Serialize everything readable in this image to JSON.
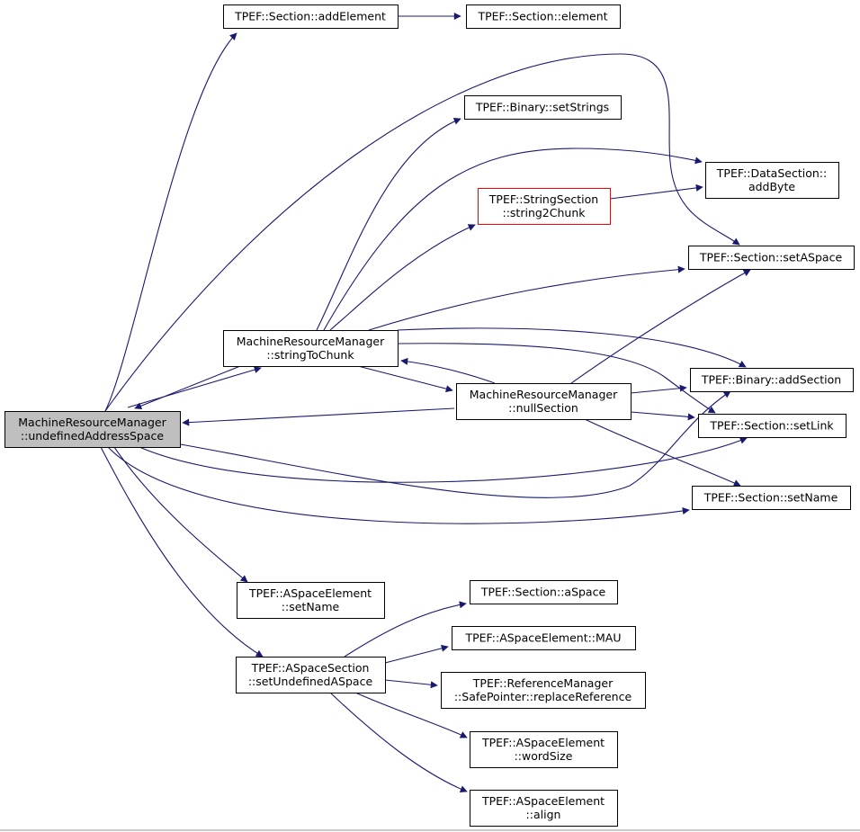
{
  "colors": {
    "edge": "#191970",
    "node_border": "#000000",
    "highlight_border": "#ff0000",
    "focus_fill": "#bfbfbf",
    "node_fill": "#ffffff"
  },
  "nodes": [
    {
      "id": "undefined-address-space",
      "lines": [
        "MachineResourceManager",
        "::undefinedAddressSpace"
      ],
      "style": "focus"
    },
    {
      "id": "section-add-element",
      "lines": [
        "TPEF::Section::addElement"
      ],
      "style": "normal"
    },
    {
      "id": "section-element",
      "lines": [
        "TPEF::Section::element"
      ],
      "style": "normal"
    },
    {
      "id": "binary-set-strings",
      "lines": [
        "TPEF::Binary::setStrings"
      ],
      "style": "normal"
    },
    {
      "id": "data-section-add-byte",
      "lines": [
        "TPEF::DataSection::",
        "addByte"
      ],
      "style": "normal"
    },
    {
      "id": "string-section-string2chunk",
      "lines": [
        "TPEF::StringSection",
        "::string2Chunk"
      ],
      "style": "highlight"
    },
    {
      "id": "section-set-aspace",
      "lines": [
        "TPEF::Section::setASpace"
      ],
      "style": "normal"
    },
    {
      "id": "string-to-chunk",
      "lines": [
        "MachineResourceManager",
        "::stringToChunk"
      ],
      "style": "normal"
    },
    {
      "id": "binary-add-section",
      "lines": [
        "TPEF::Binary::addSection"
      ],
      "style": "normal"
    },
    {
      "id": "null-section",
      "lines": [
        "MachineResourceManager",
        "::nullSection"
      ],
      "style": "normal"
    },
    {
      "id": "section-set-link",
      "lines": [
        "TPEF::Section::setLink"
      ],
      "style": "normal"
    },
    {
      "id": "section-set-name",
      "lines": [
        "TPEF::Section::setName"
      ],
      "style": "normal"
    },
    {
      "id": "aspace-element-set-name",
      "lines": [
        "TPEF::ASpaceElement",
        "::setName"
      ],
      "style": "normal"
    },
    {
      "id": "section-aspace",
      "lines": [
        "TPEF::Section::aSpace"
      ],
      "style": "normal"
    },
    {
      "id": "aspace-element-mau",
      "lines": [
        "TPEF::ASpaceElement::MAU"
      ],
      "style": "normal"
    },
    {
      "id": "aspace-section-set-undefined-aspace",
      "lines": [
        "TPEF::ASpaceSection",
        "::setUndefinedASpace"
      ],
      "style": "normal"
    },
    {
      "id": "reference-manager-replace-reference",
      "lines": [
        "TPEF::ReferenceManager",
        "::SafePointer::replaceReference"
      ],
      "style": "normal"
    },
    {
      "id": "aspace-element-word-size",
      "lines": [
        "TPEF::ASpaceElement",
        "::wordSize"
      ],
      "style": "normal"
    },
    {
      "id": "aspace-element-align",
      "lines": [
        "TPEF::ASpaceElement",
        "::align"
      ],
      "style": "normal"
    }
  ],
  "edges": [
    {
      "from": "undefined-address-space",
      "to": "section-add-element"
    },
    {
      "from": "section-add-element",
      "to": "section-element"
    },
    {
      "from": "undefined-address-space",
      "to": "section-set-aspace"
    },
    {
      "from": "undefined-address-space",
      "to": "string-to-chunk"
    },
    {
      "from": "string-to-chunk",
      "to": "binary-set-strings"
    },
    {
      "from": "string-to-chunk",
      "to": "data-section-add-byte"
    },
    {
      "from": "string-to-chunk",
      "to": "string-section-string2chunk"
    },
    {
      "from": "string-section-string2chunk",
      "to": "data-section-add-byte"
    },
    {
      "from": "string-to-chunk",
      "to": "section-set-aspace"
    },
    {
      "from": "string-to-chunk",
      "to": "binary-add-section"
    },
    {
      "from": "string-to-chunk",
      "to": "section-set-link"
    },
    {
      "from": "string-to-chunk",
      "to": "null-section"
    },
    {
      "from": "null-section",
      "to": "string-to-chunk"
    },
    {
      "from": "null-section",
      "to": "undefined-address-space"
    },
    {
      "from": "null-section",
      "to": "section-set-aspace"
    },
    {
      "from": "null-section",
      "to": "binary-add-section"
    },
    {
      "from": "null-section",
      "to": "section-set-link"
    },
    {
      "from": "null-section",
      "to": "section-set-name"
    },
    {
      "from": "undefined-address-space",
      "to": "binary-add-section"
    },
    {
      "from": "undefined-address-space",
      "to": "section-set-link"
    },
    {
      "from": "undefined-address-space",
      "to": "section-set-name"
    },
    {
      "from": "undefined-address-space",
      "to": "aspace-element-set-name"
    },
    {
      "from": "undefined-address-space",
      "to": "aspace-section-set-undefined-aspace"
    },
    {
      "from": "aspace-section-set-undefined-aspace",
      "to": "section-aspace"
    },
    {
      "from": "aspace-section-set-undefined-aspace",
      "to": "aspace-element-mau"
    },
    {
      "from": "aspace-section-set-undefined-aspace",
      "to": "reference-manager-replace-reference"
    },
    {
      "from": "aspace-section-set-undefined-aspace",
      "to": "aspace-element-word-size"
    },
    {
      "from": "aspace-section-set-undefined-aspace",
      "to": "aspace-element-align"
    }
  ]
}
